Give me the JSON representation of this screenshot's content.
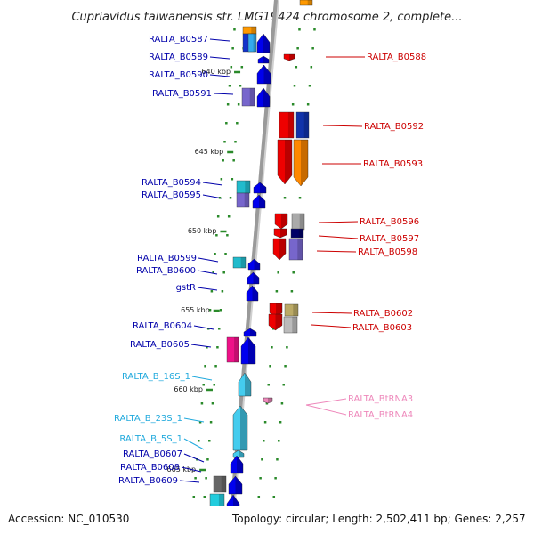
{
  "title": "Cupriavidus taiwanensis str. LMG19424 chromosome 2, complete...",
  "footer": {
    "accession": "Accession: NC_010530",
    "topology": "Topology: circular; Length: 2,502,411 bp; Genes: 2,257"
  },
  "colors": {
    "forward_label": "#0000aa",
    "reverse_label": "#cc0000",
    "rrna_label": "#22aadd",
    "trna_label": "#ee88bb",
    "backbone": "#9a9a9a"
  },
  "scale_ticks": [
    "640 kbp",
    "645 kbp",
    "650 kbp",
    "655 kbp",
    "660 kbp",
    "665 kbp"
  ],
  "left_labels": [
    {
      "text": "RALTA_B0587",
      "kind": "forward"
    },
    {
      "text": "RALTA_B0589",
      "kind": "forward"
    },
    {
      "text": "RALTA_B0590",
      "kind": "forward"
    },
    {
      "text": "RALTA_B0591",
      "kind": "forward"
    },
    {
      "text": "RALTA_B0594",
      "kind": "forward"
    },
    {
      "text": "RALTA_B0595",
      "kind": "forward"
    },
    {
      "text": "RALTA_B0599",
      "kind": "forward"
    },
    {
      "text": "RALTA_B0600",
      "kind": "forward"
    },
    {
      "text": "gstR",
      "kind": "forward"
    },
    {
      "text": "RALTA_B0604",
      "kind": "forward"
    },
    {
      "text": "RALTA_B0605",
      "kind": "forward"
    },
    {
      "text": "RALTA_B_16S_1",
      "kind": "rrna"
    },
    {
      "text": "RALTA_B_23S_1",
      "kind": "rrna"
    },
    {
      "text": "RALTA_B_5S_1",
      "kind": "rrna"
    },
    {
      "text": "RALTA_B0607",
      "kind": "forward"
    },
    {
      "text": "RALTA_B0608",
      "kind": "forward"
    },
    {
      "text": "RALTA_B0609",
      "kind": "forward"
    }
  ],
  "right_labels": [
    {
      "text": "RALTA_B0588",
      "kind": "reverse"
    },
    {
      "text": "RALTA_B0592",
      "kind": "reverse"
    },
    {
      "text": "RALTA_B0593",
      "kind": "reverse"
    },
    {
      "text": "RALTA_B0596",
      "kind": "reverse"
    },
    {
      "text": "RALTA_B0597",
      "kind": "reverse"
    },
    {
      "text": "RALTA_B0598",
      "kind": "reverse"
    },
    {
      "text": "RALTA_B0602",
      "kind": "reverse"
    },
    {
      "text": "RALTA_B0603",
      "kind": "reverse"
    },
    {
      "text": "RALTA_BtRNA3",
      "kind": "trna"
    },
    {
      "text": "RALTA_BtRNA4",
      "kind": "trna"
    }
  ]
}
